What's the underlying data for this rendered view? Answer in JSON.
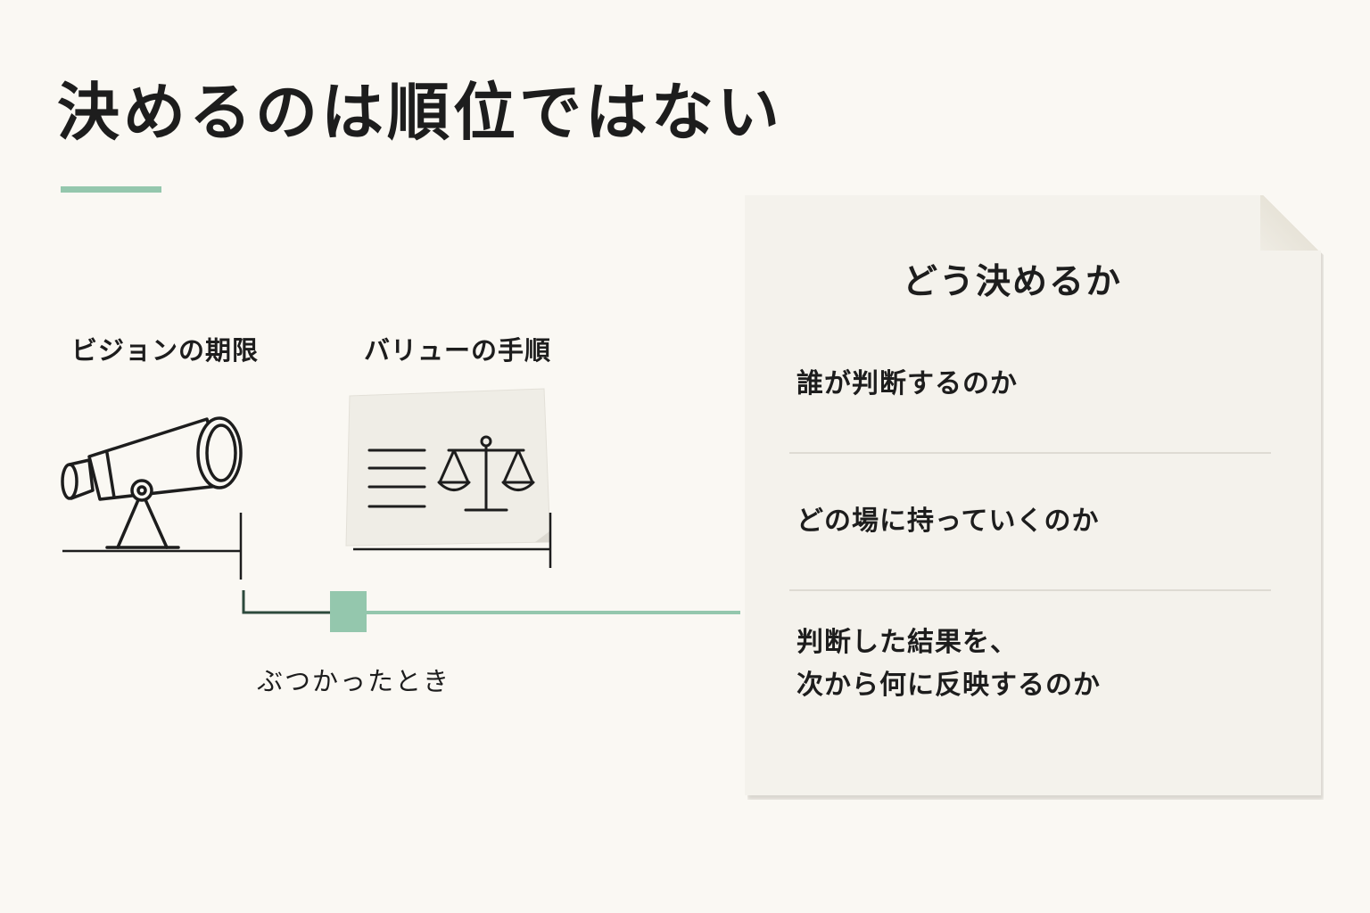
{
  "title": "決めるのは順位ではない",
  "left_panel": {
    "vision_label": "ビジョンの期限",
    "value_label": "バリューの手順",
    "conflict_label": "ぶつかったとき"
  },
  "note": {
    "title": "どう決めるか",
    "items": [
      {
        "lines": [
          "誰が判断するのか"
        ]
      },
      {
        "lines": [
          "どの場に持っていくのか"
        ]
      },
      {
        "lines": [
          "判断した結果を、",
          "次から何に反映するのか"
        ]
      }
    ]
  },
  "colors": {
    "background": "#faf8f3",
    "accent": "#94c7ad",
    "dark_connector": "#2d4a3c",
    "ink": "#1d1d1d",
    "paper": "#f4f2ec"
  },
  "icons": [
    "telescope-icon",
    "document-lines-icon",
    "balance-scale-icon"
  ]
}
